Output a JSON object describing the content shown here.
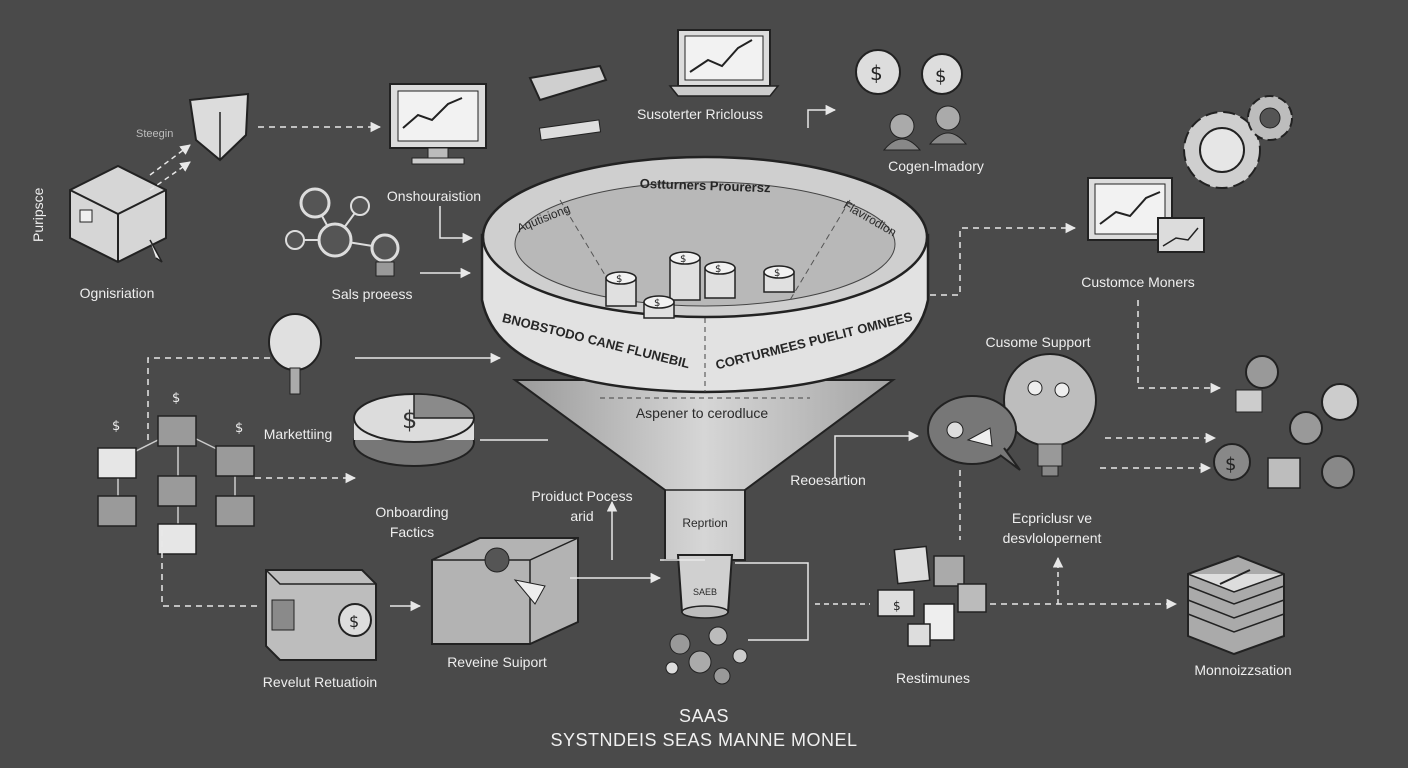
{
  "title": {
    "line1": "SAAS",
    "line2": "SYSTNDEIS SEAS MANNE MONEL"
  },
  "funnel": {
    "rim_top": "Ostturners Prourersz",
    "rim_left": "Aqutisiong",
    "rim_right": "Flavirodion",
    "band_left": "BNOBSTODO CANE FLUNEBIL",
    "band_right": "CORTURMEES PUELIT OMNEES",
    "middle": "Aspener to cerodluce",
    "lower": "Reprtion",
    "spout": "SAEB"
  },
  "labels": {
    "strategy": "Steegin",
    "purpose": "Puripsce",
    "organisation": "Ognisriation",
    "onshouristion": "Onshouraistion",
    "sales_process": "Sals proeess",
    "customer_process": "Susoterter Rriclouss",
    "cogen": "Cogen-lmadory",
    "customer_money": "Customce Moners",
    "customer_support": "Cusome Support",
    "marketing": "Markettiing",
    "onboarding_1": "Onboarding",
    "onboarding_2": "Factics",
    "product_process_1": "Proiduct Pocess",
    "product_process_2": "arid",
    "research": "Reoesartion",
    "exploratory_1": "Ecpriclusr ve",
    "exploratory_2": "desvlolopernent",
    "revenue_retention": "Revelut Retuatioin",
    "revenue_support": "Reveine Suiport",
    "restimunes": "Restimunes",
    "monetization": "Monnoizzsation"
  },
  "colors": {
    "background": "#4a4a4a",
    "stroke": "#222222",
    "arrow": "#e8e8e8",
    "funnel_fill": "#c9c9c9"
  }
}
